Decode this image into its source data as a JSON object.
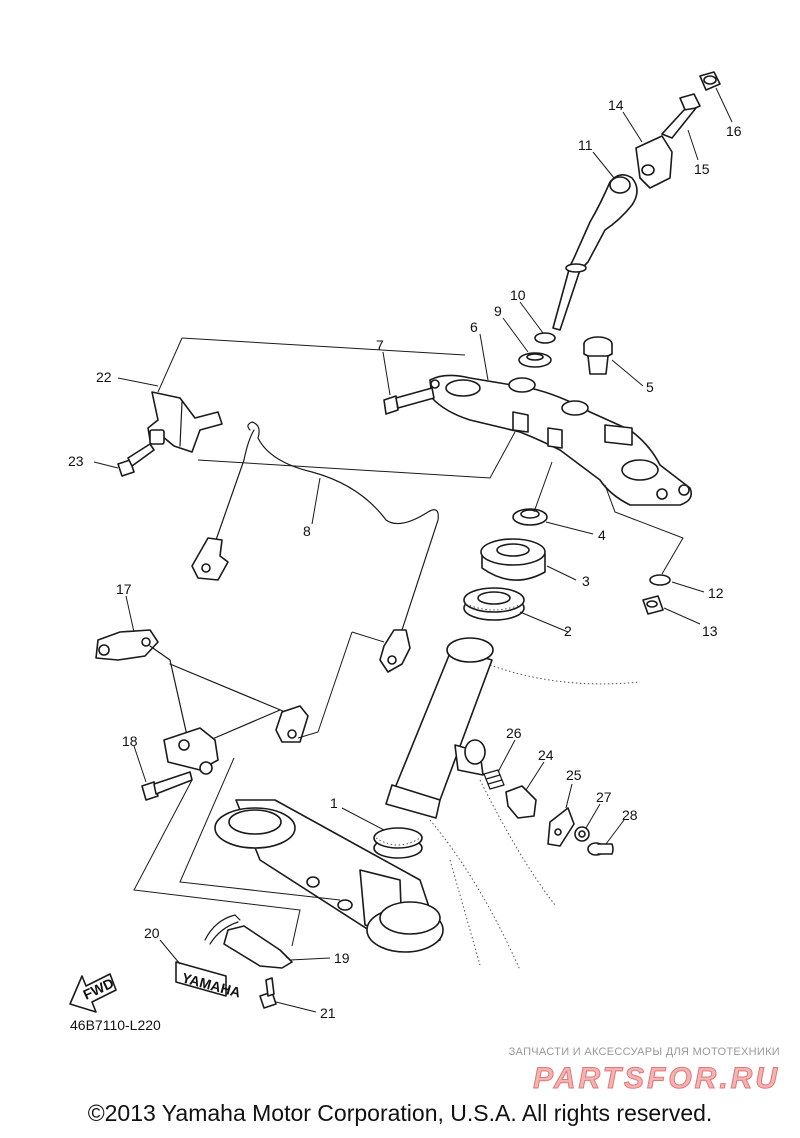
{
  "callouts": {
    "c1": "1",
    "c2": "2",
    "c3": "3",
    "c4": "4",
    "c5": "5",
    "c6": "6",
    "c7": "7",
    "c8": "8",
    "c9": "9",
    "c10": "10",
    "c11": "11",
    "c12": "12",
    "c13": "13",
    "c14": "14",
    "c15": "15",
    "c16": "16",
    "c17": "17",
    "c18": "18",
    "c19": "19",
    "c20": "20",
    "c21": "21",
    "c22": "22",
    "c23": "23",
    "c24": "24",
    "c25": "25",
    "c26": "26",
    "c27": "27",
    "c28": "28"
  },
  "labels": {
    "fwd": "FWD",
    "yamaha_tag": "YAMAHA",
    "diagram_code": "46B7110-L220"
  },
  "watermark": {
    "subtitle": "ЗАПЧАСТИ И АКСЕССУАРЫ ДЛЯ МОТОТЕХНИКИ",
    "brand": "PARTSFOR.RU"
  },
  "footer": {
    "copyright": "©2013 Yamaha Motor Corporation, U.S.A. All rights reserved."
  }
}
